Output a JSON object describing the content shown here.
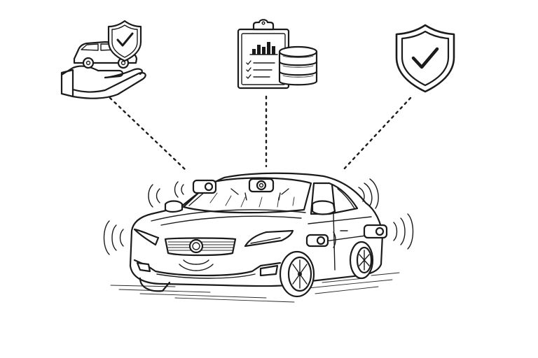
{
  "scene": {
    "background": "#ffffff",
    "ink": "#1b1b1b",
    "style": "hand-drawn sketch",
    "icons": [
      {
        "id": "insurance",
        "icon": "hand-holding-car-shield-icon"
      },
      {
        "id": "data",
        "icon": "clipboard-chart-database-icon"
      },
      {
        "id": "security",
        "icon": "shield-checkmark-icon"
      }
    ],
    "vehicle": {
      "icon": "autonomous-sedan-icon",
      "sensors": [
        "roof-sensor-left",
        "roof-sensor-center",
        "side-mirror-sensor",
        "door-sensor",
        "rear-side-sensor",
        "front-grille-sensor"
      ]
    },
    "connections": [
      "insurance-to-car",
      "data-to-car",
      "security-to-car"
    ]
  }
}
